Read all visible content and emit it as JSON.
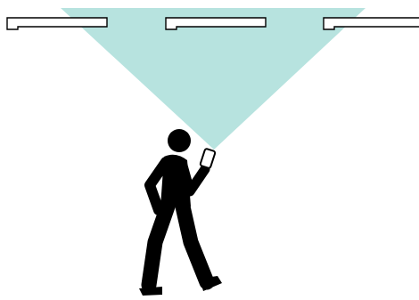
{
  "scene": {
    "description_visible_text": "",
    "ceiling_lights": [
      {
        "id": "light-left"
      },
      {
        "id": "light-center"
      },
      {
        "id": "light-right"
      }
    ],
    "beam": {
      "color": "#b7e3df"
    },
    "person": {
      "color": "#000000",
      "activity": "walking",
      "holding": "smartphone"
    },
    "colors": {
      "background": "#ffffff",
      "fixture_fill": "#ffffff",
      "fixture_stroke": "#000000",
      "beam": "#b7e3df",
      "silhouette": "#000000",
      "phone_fill": "#ffffff"
    },
    "icons": [
      "ceiling-light-icon",
      "light-beam-icon",
      "walking-person-icon",
      "smartphone-icon"
    ]
  }
}
